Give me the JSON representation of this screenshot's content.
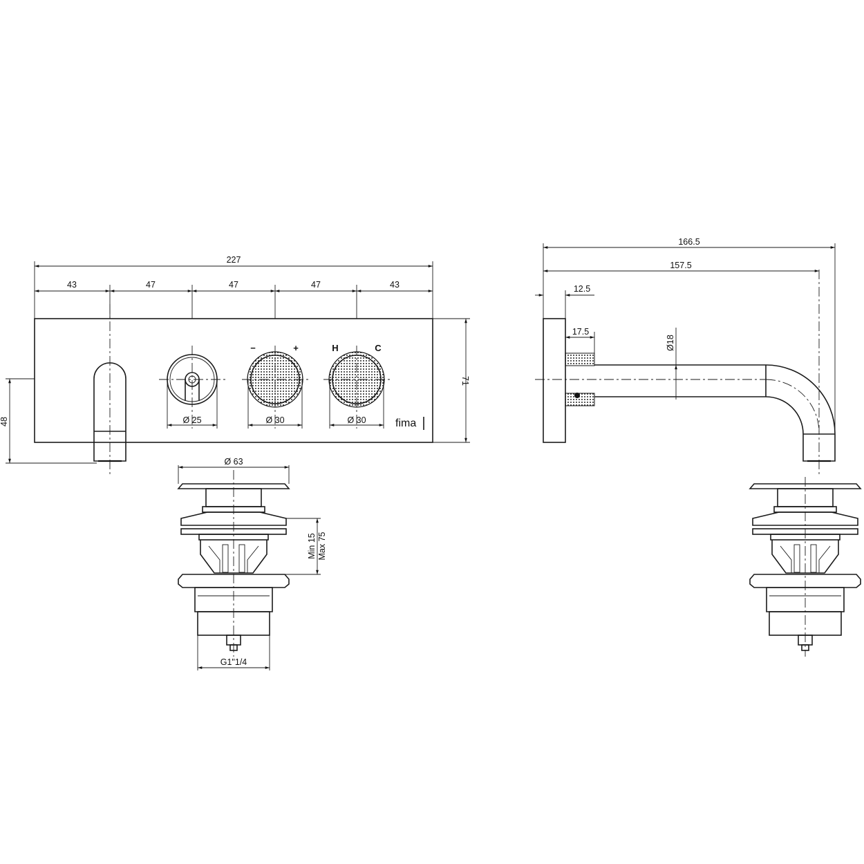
{
  "front_view": {
    "overall_width": "227",
    "spacings": [
      "43",
      "47",
      "47",
      "47",
      "43"
    ],
    "height": "71",
    "spout_height": "48",
    "knob_diameters": [
      "25",
      "30",
      "30"
    ],
    "diameter_symbol": "Ø",
    "knob_labels": {
      "minus": "−",
      "plus": "+",
      "hot": "H",
      "cold": "C"
    },
    "brand": "fima"
  },
  "side_view": {
    "total_length": "166.5",
    "spout_length": "157.5",
    "plate_thickness": "12.5",
    "nut_length": "17.5",
    "pipe_diameter": "18"
  },
  "drain": {
    "cap_diameter": "63",
    "range_min": "Min 15",
    "range_max": "Max 75",
    "thread": "G1\"1/4"
  }
}
